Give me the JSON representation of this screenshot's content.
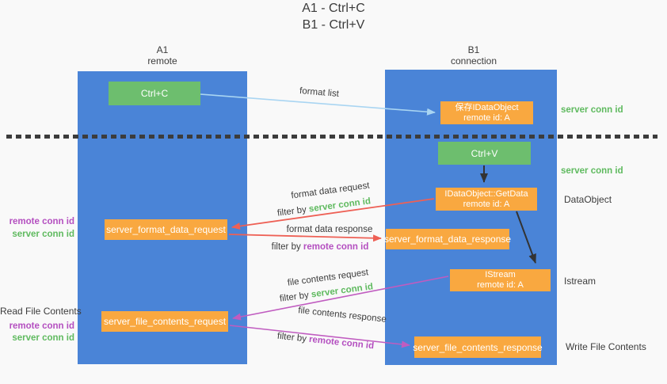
{
  "title": {
    "line1": "A1 - Ctrl+C",
    "line2": "B1 - Ctrl+V"
  },
  "lanes": {
    "left": {
      "name": "A1",
      "subtitle": "remote"
    },
    "right": {
      "name": "B1",
      "subtitle": "connection"
    }
  },
  "nodes": {
    "ctrl_c": "Ctrl+C",
    "save_idataobject": {
      "line1": "保存IDataObject",
      "line2": "remote id: A"
    },
    "ctrl_v": "Ctrl+V",
    "getdata": {
      "line1": "IDataObject::GetData",
      "line2": "remote id: A"
    },
    "format_request": "server_format_data_request",
    "format_response": "server_format_data_response",
    "istream": {
      "line1": "IStream",
      "line2": "remote id: A"
    },
    "file_request": "server_file_contents_request",
    "file_response": "server_file_contents_response"
  },
  "arrow_labels": {
    "format_list": "format list",
    "format_data_request": "format data request",
    "format_data_response": "format data response",
    "file_contents_request": "file contents request",
    "file_contents_response": "file contents response",
    "filter_by": "filter by ",
    "server_conn_id": "server conn id",
    "remote_conn_id": "remote conn id"
  },
  "side_labels": {
    "server_conn_id": "server conn id",
    "remote_conn_id": "remote conn id",
    "dataobject": "DataObject",
    "istream": "Istream",
    "read_file_contents": "Read File Contents",
    "write_file_contents": "Write File Contents"
  },
  "colors": {
    "bg": "#f9f9f9",
    "lane": "#4a84d7",
    "green": "#6dbe6e",
    "orange": "#f9a840",
    "dark": "#3c3c3c",
    "green-text": "#5fba5f",
    "purple-text": "#b44fc0",
    "blue-arrow": "#a9d5f2",
    "red-arrow": "#ee6055",
    "magenta-arrow": "#c05cc0",
    "black-arrow": "#333333"
  }
}
